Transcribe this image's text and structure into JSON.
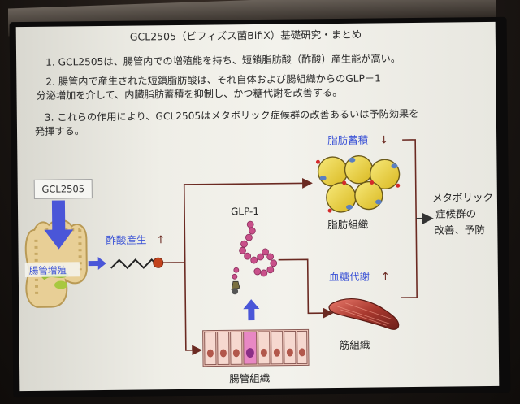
{
  "slide": {
    "title": "GCL2505（ビフィズス菌BifiX）基礎研究・まとめ",
    "points": [
      "1.  GCL2505は、腸管内での増殖能を持ち、短鎖脂肪酸（酢酸）産生能が高い。",
      "2.  腸管内で産生された短鎖脂肪酸は、それ自体および腸組織からのGLP－1",
      "分泌増加を介して、内臓脂肪蓄積を抑制し、かつ糖代謝を改善する。",
      "3.  これらの作用により、GCL2505はメタボリック症候群の改善あるいは予防効果を",
      "発揮する。"
    ]
  },
  "diagram": {
    "strain_box": "GCL2505",
    "gut_label": "腸管増殖",
    "acetate_label": "酢酸産生",
    "fat_accumulation_label": "脂肪蓄積",
    "adipose_tissue_label": "脂肪組織",
    "glp1_label": "GLP-1",
    "glucose_metabolism_label": "血糖代謝",
    "muscle_label": "筋組織",
    "intestinal_tissue_label": "腸管組織",
    "metabolic_label_1": "メタボリック",
    "metabolic_label_2": "症候群の",
    "metabolic_label_3": "改善、予防",
    "up_arrow": "↑",
    "down_arrow": "↓"
  },
  "colors": {
    "accent_blue": "#3a52d6",
    "arrow_brown": "#6b2a22",
    "fat_yellow": "#f0d83a",
    "glp1_pink": "#c9508a"
  }
}
